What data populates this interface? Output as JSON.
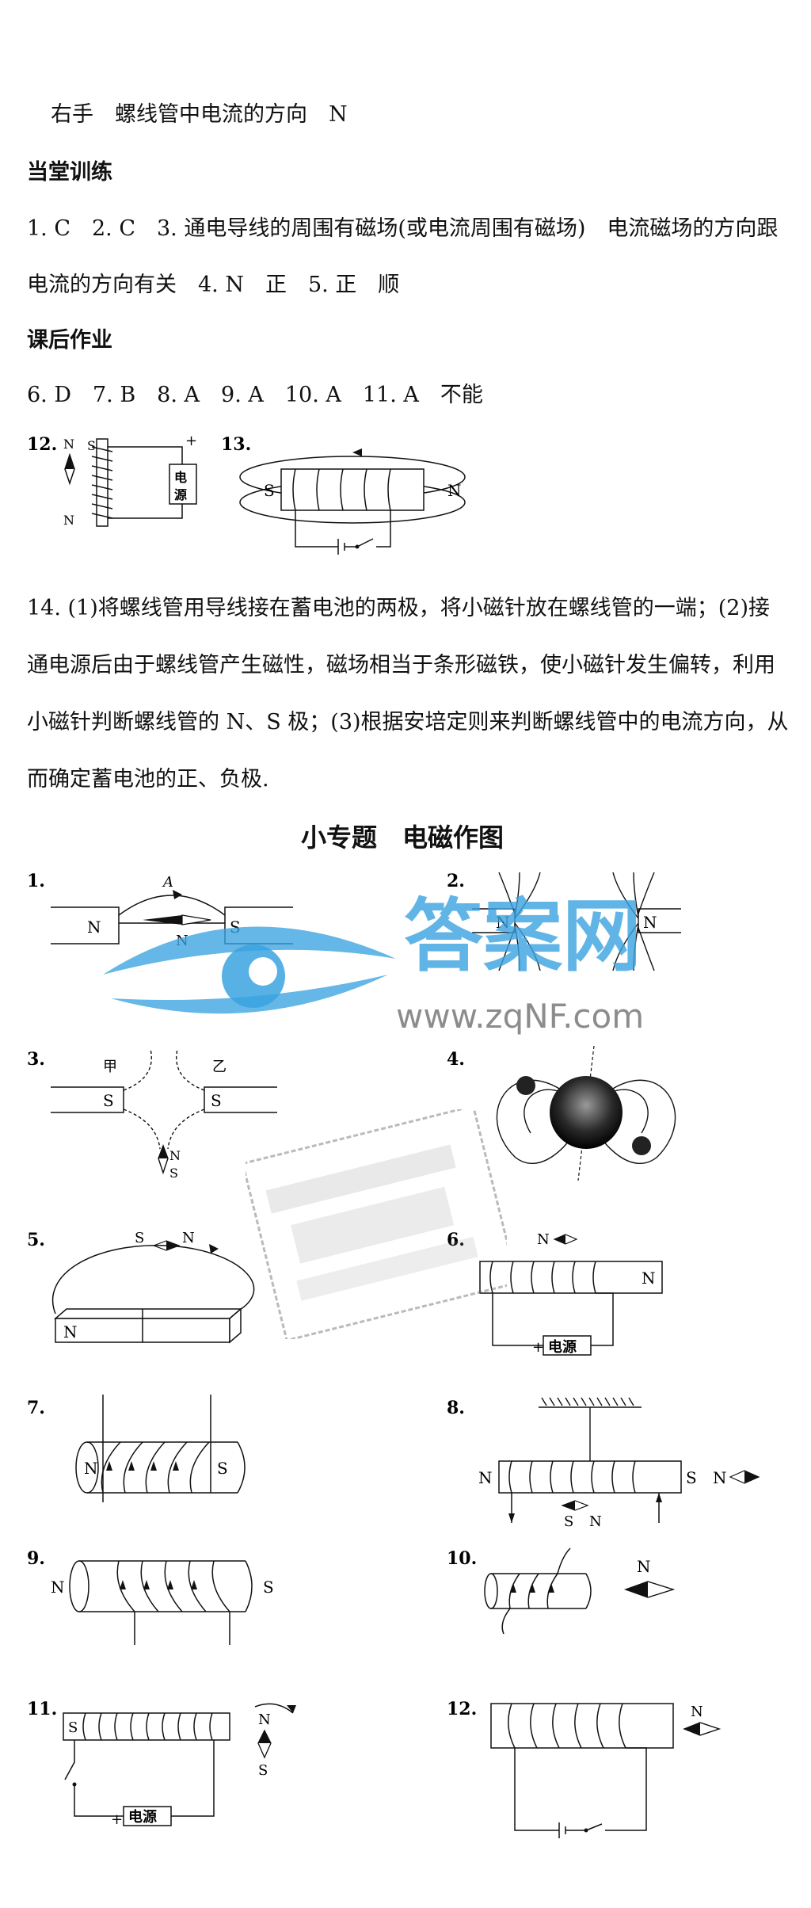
{
  "intro_line": "右手　螺线管中电流的方向　N",
  "section1": {
    "heading": "当堂训练",
    "line1": "1. C　2. C　3. 通电导线的周围有磁场(或电流周围有磁场)　电流磁场的方向跟",
    "line2": "电流的方向有关　4. N　正　5. 正　顺"
  },
  "section2": {
    "heading": "课后作业",
    "line1": "6. D　7. B　8. A　9. A　10. A　11. A　不能"
  },
  "fig12": {
    "num": "12.",
    "n": "N",
    "s": "S",
    "plus": "+",
    "source": "电源"
  },
  "fig13": {
    "num": "13.",
    "s": "S",
    "n": "N"
  },
  "q14": {
    "line1": "14. (1)将螺线管用导线接在蓄电池的两极，将小磁针放在螺线管的一端；(2)接",
    "line2": "通电源后由于螺线管产生磁性，磁场相当于条形磁铁，使小磁针发生偏转，利用",
    "line3": "小磁针判断螺线管的 N、S 极；(3)根据安培定则来判断螺线管中的电流方向，从",
    "line4": "而确定蓄电池的正、负极."
  },
  "special_title": "小专题　电磁作图",
  "figs": {
    "f1": {
      "num": "1.",
      "a": "A",
      "n1": "N",
      "s1": "S",
      "n2": "N"
    },
    "f2": {
      "num": "2.",
      "n1": "N",
      "n2": "N"
    },
    "f3": {
      "num": "3.",
      "jia": "甲",
      "yi": "乙",
      "s1": "S",
      "s2": "S",
      "n": "N",
      "s": "S"
    },
    "f4": {
      "num": "4."
    },
    "f5": {
      "num": "5.",
      "s": "S",
      "n": "N",
      "bar_n": "N"
    },
    "f6": {
      "num": "6.",
      "n": "N",
      "coil_n": "N",
      "plus": "+",
      "source": "电源"
    },
    "f7": {
      "num": "7.",
      "n": "N",
      "s": "S"
    },
    "f8": {
      "num": "8.",
      "n": "N",
      "s": "S",
      "n2": "N",
      "s3": "S",
      "n3": "N"
    },
    "f9": {
      "num": "9.",
      "n": "N",
      "s": "S"
    },
    "f10": {
      "num": "10.",
      "n": "N"
    },
    "f11": {
      "num": "11.",
      "s": "S",
      "n": "N",
      "s2": "S",
      "plus": "+",
      "source": "电源"
    },
    "f12": {
      "num": "12.",
      "n": "N"
    }
  },
  "watermark": {
    "brand": "答案网",
    "url": "www.zqNF.com"
  },
  "colors": {
    "watermark_blue": "#3aa3e0",
    "text": "#111111"
  }
}
